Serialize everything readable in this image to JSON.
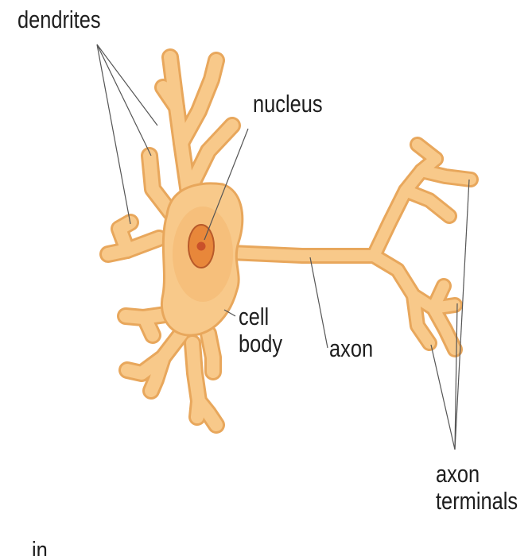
{
  "labels": {
    "dendrites": "dendrites",
    "nucleus": "nucleus",
    "cell_body_line1": "cell",
    "cell_body_line2": "body",
    "axon": "axon",
    "axon_terminals_line1": "axon",
    "axon_terminals_line2": "terminals",
    "footer_fragment": "in"
  },
  "colors": {
    "cell_fill": "#f8c98a",
    "cell_outline": "#e8a75c",
    "soma_shade": "#f3b468",
    "nucleus_fill": "#e8873a",
    "nucleus_outline": "#b85a2a",
    "nucleolus_fill": "#c9502a",
    "pointer_line": "#555555",
    "text": "#1e1e1e"
  }
}
